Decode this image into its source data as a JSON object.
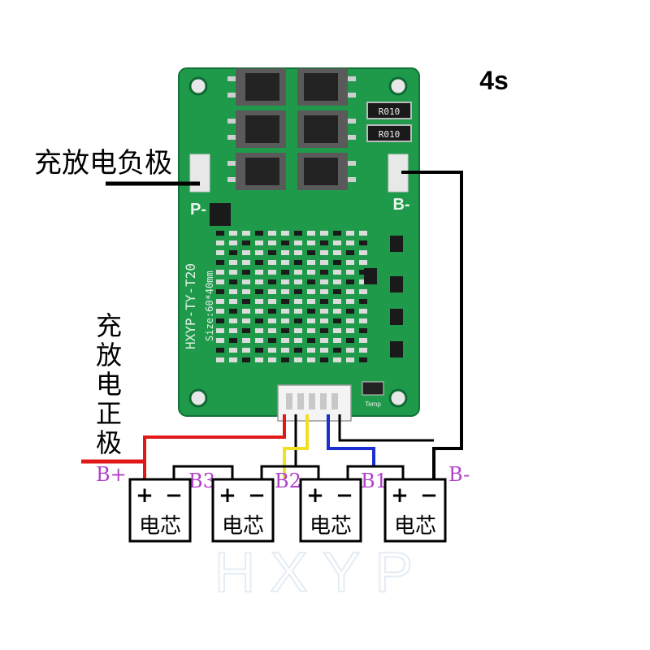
{
  "title": "4s",
  "labels": {
    "p_minus_label": "充放电负极",
    "p_plus_label": "充放电正极",
    "b_plus": "B+",
    "b3": "B3",
    "b2": "B2",
    "b1": "B1",
    "b_minus": "B-"
  },
  "board": {
    "model": "HXYP-TY-T20",
    "size": "Size:60*40mm",
    "pad_p": "P-",
    "pad_b": "B-",
    "resistor_1": "R010",
    "resistor_2": "R010",
    "temp": "Temp"
  },
  "cells": [
    {
      "label": "电芯",
      "plus": "+",
      "minus": "−"
    },
    {
      "label": "电芯",
      "plus": "+",
      "minus": "−"
    },
    {
      "label": "电芯",
      "plus": "+",
      "minus": "−"
    },
    {
      "label": "电芯",
      "plus": "+",
      "minus": "−"
    }
  ],
  "watermark": "HXYP",
  "colors": {
    "pcb": "#1f9a4a",
    "wire_red": "#e01818",
    "wire_yellow": "#f0e020",
    "wire_blue": "#1a2fd0",
    "wire_black": "#000000",
    "label_purple": "#b040c8"
  }
}
